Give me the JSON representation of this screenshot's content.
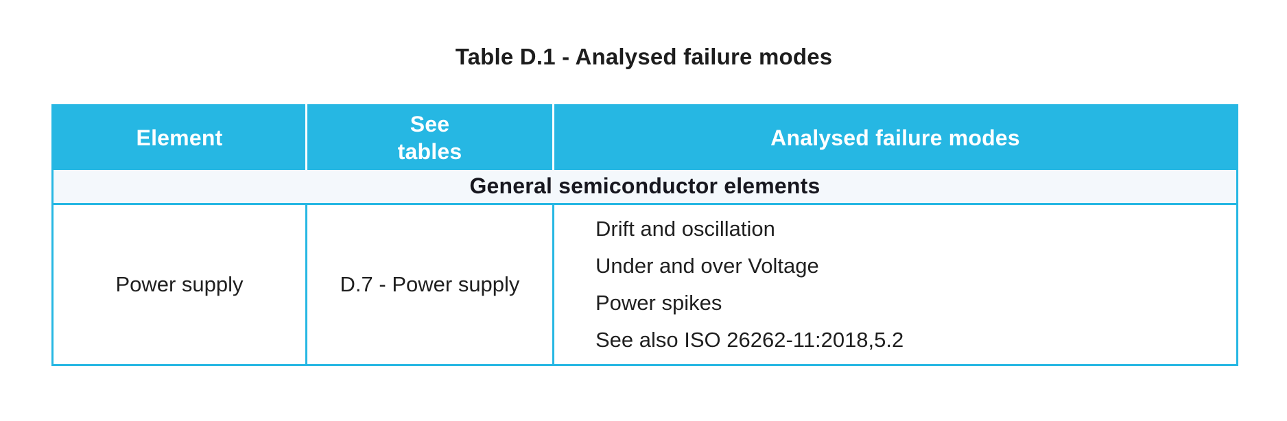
{
  "page": {
    "title": "Table D.1 - Analysed failure modes"
  },
  "colors": {
    "accent_cyan": "#26b7e3",
    "section_bg": "#f4f8fc",
    "header_text": "#ffffff",
    "body_text": "#1f1f1f"
  },
  "table": {
    "columns": [
      {
        "label": "Element"
      },
      {
        "label": "See\ntables"
      },
      {
        "label": "Analysed failure modes"
      }
    ],
    "section_header": "General semiconductor elements",
    "rows": [
      {
        "element": "Power supply",
        "see_tables": "D.7 - Power supply",
        "failure_modes": [
          "Drift and oscillation",
          "Under and over Voltage",
          "Power spikes",
          "See also ISO 26262-11:2018,5.2"
        ]
      }
    ]
  }
}
